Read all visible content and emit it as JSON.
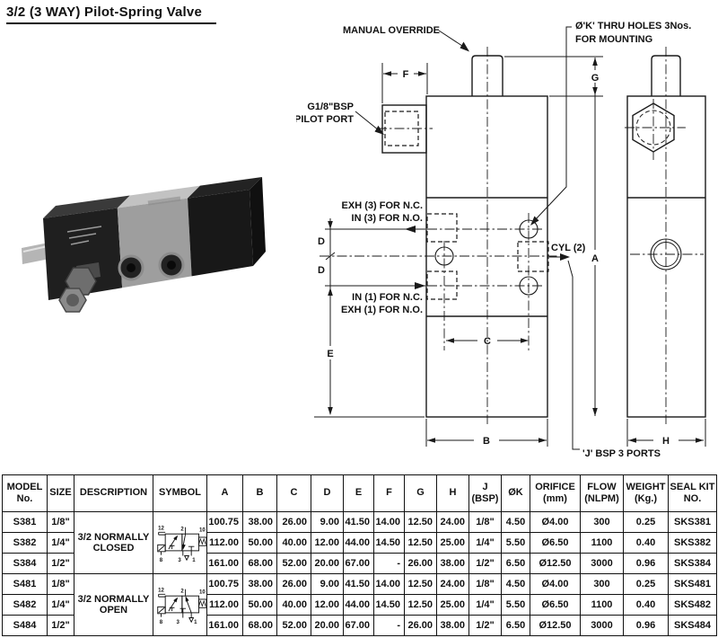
{
  "page": {
    "title": "3/2 (3 WAY) Pilot-Spring Valve"
  },
  "colors": {
    "ink": "#1a1a1a",
    "paper": "#ffffff"
  },
  "drawing": {
    "manual_override": "MANUAL OVERRIDE",
    "thru_holes_1": "Ø'K' THRU HOLES 3Nos.",
    "thru_holes_2": "FOR MOUNTING",
    "pilot_port_1": "G1/8\"BSP",
    "pilot_port_2": "PILOT PORT",
    "exh3": "EXH (3) FOR N.C.",
    "in3": "IN (3) FOR N.O.",
    "in1": "IN (1) FOR N.C.",
    "exh1": "EXH (1) FOR N.O.",
    "cyl": "CYL (2)",
    "j_ports": "'J' BSP 3 PORTS",
    "dim_a": "A",
    "dim_b": "B",
    "dim_c": "C",
    "dim_d": "D",
    "dim_e": "E",
    "dim_f": "F",
    "dim_g": "G",
    "dim_h": "H"
  },
  "symbol_ports": {
    "p12": "12",
    "p2": "2",
    "p10": "10",
    "p8": "8",
    "p3": "3",
    "p1": "1"
  },
  "table": {
    "headers": [
      "MODEL\nNo.",
      "SIZE",
      "DESCRIPTION",
      "SYMBOL",
      "A",
      "B",
      "C",
      "D",
      "E",
      "F",
      "G",
      "H",
      "J\n(BSP)",
      "ØK",
      "ORIFICE\n(mm)",
      "FLOW\n(NLPM)",
      "WEIGHT\n(Kg.)",
      "SEAL KIT\nNO."
    ],
    "groups": [
      {
        "description": "3/2 NORMALLY CLOSED",
        "rows": [
          {
            "model": "S381",
            "size": "1/8\"",
            "a": "100.75",
            "b": "38.00",
            "c": "26.00",
            "d": "9.00",
            "e": "41.50",
            "f": "14.00",
            "g": "12.50",
            "h": "24.00",
            "j": "1/8\"",
            "ok": "4.50",
            "orifice": "Ø4.00",
            "flow": "300",
            "weight": "0.25",
            "seal": "SKS381"
          },
          {
            "model": "S382",
            "size": "1/4\"",
            "a": "112.00",
            "b": "50.00",
            "c": "40.00",
            "d": "12.00",
            "e": "44.00",
            "f": "14.50",
            "g": "12.50",
            "h": "25.00",
            "j": "1/4\"",
            "ok": "5.50",
            "orifice": "Ø6.50",
            "flow": "1100",
            "weight": "0.40",
            "seal": "SKS382"
          },
          {
            "model": "S384",
            "size": "1/2\"",
            "a": "161.00",
            "b": "68.00",
            "c": "52.00",
            "d": "20.00",
            "e": "67.00",
            "f": "-",
            "g": "26.00",
            "h": "38.00",
            "j": "1/2\"",
            "ok": "6.50",
            "orifice": "Ø12.50",
            "flow": "3000",
            "weight": "0.96",
            "seal": "SKS384"
          }
        ]
      },
      {
        "description": "3/2 NORMALLY OPEN",
        "rows": [
          {
            "model": "S481",
            "size": "1/8\"",
            "a": "100.75",
            "b": "38.00",
            "c": "26.00",
            "d": "9.00",
            "e": "41.50",
            "f": "14.00",
            "g": "12.50",
            "h": "24.00",
            "j": "1/8\"",
            "ok": "4.50",
            "orifice": "Ø4.00",
            "flow": "300",
            "weight": "0.25",
            "seal": "SKS481"
          },
          {
            "model": "S482",
            "size": "1/4\"",
            "a": "112.00",
            "b": "50.00",
            "c": "40.00",
            "d": "12.00",
            "e": "44.00",
            "f": "14.50",
            "g": "12.50",
            "h": "25.00",
            "j": "1/4\"",
            "ok": "5.50",
            "orifice": "Ø6.50",
            "flow": "1100",
            "weight": "0.40",
            "seal": "SKS482"
          },
          {
            "model": "S484",
            "size": "1/2\"",
            "a": "161.00",
            "b": "68.00",
            "c": "52.00",
            "d": "20.00",
            "e": "67.00",
            "f": "-",
            "g": "26.00",
            "h": "38.00",
            "j": "1/2\"",
            "ok": "6.50",
            "orifice": "Ø12.50",
            "flow": "3000",
            "weight": "0.96",
            "seal": "SKS484"
          }
        ]
      }
    ]
  }
}
